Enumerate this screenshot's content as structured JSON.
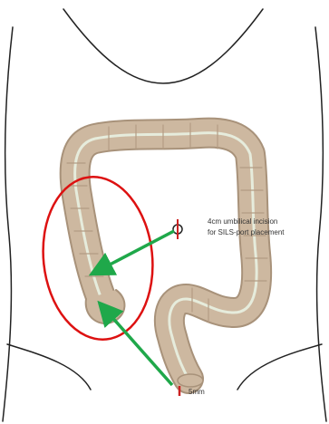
{
  "colors": {
    "body_outline": "#222222",
    "colon_fill": "#cdb8a0",
    "colon_edge": "#a8927a",
    "colon_centerline": "#e6ecdc",
    "highlight_circle": "#dd1111",
    "arrow": "#1fa84a",
    "port_mark": "#cc2222"
  },
  "labels": {
    "umbilical_line1": "4cm umbilical incision",
    "umbilical_line2": "for SILS-port placement",
    "port_5mm": "5mm"
  }
}
